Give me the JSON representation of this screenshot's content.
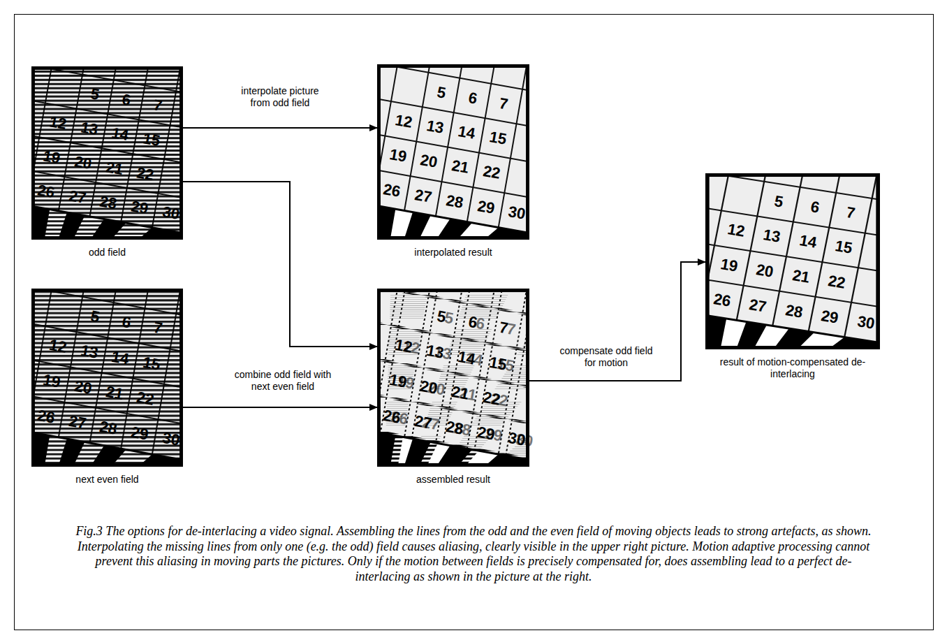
{
  "diagram": {
    "caption": "Fig.3 The options for de-interlacing a video signal. Assembling the lines from the odd and the even field of moving objects leads to strong artefacts, as shown. Interpolating the missing lines from only one (e.g. the odd) field causes aliasing, clearly visible in the upper right picture. Motion adaptive processing cannot prevent this aliasing in moving parts the pictures. Only if the motion between fields is precisely compensated for, does assembling lead to a perfect de-interlacing as shown in the picture at the right.",
    "nodes": [
      {
        "text": [
          "odd field"
        ]
      },
      {
        "text": [
          "next even field"
        ]
      },
      {
        "text": [
          "interpolated result"
        ]
      },
      {
        "text": [
          "assembled result"
        ]
      },
      {
        "text": [
          "result of motion-compensated de-interlacing"
        ]
      }
    ],
    "edges": [
      {
        "from": 0,
        "to": 2,
        "arrow": "to",
        "label": "interpolate picture from odd field"
      },
      {
        "from": 0,
        "to": 3,
        "arrow": "to"
      },
      {
        "from": 1,
        "to": 3,
        "arrow": "to",
        "label": "combine odd field with next even field"
      },
      {
        "from": 3,
        "to": 4,
        "arrow": "to",
        "label": "compensate odd field for motion"
      }
    ],
    "labels": [
      "5",
      "6",
      "7",
      "12",
      "13",
      "14",
      "15",
      "19",
      "20",
      "21",
      "22",
      "26",
      "27",
      "28",
      "29",
      "30",
      "5",
      "6",
      "7",
      "12",
      "13",
      "14",
      "15",
      "19",
      "20",
      "21",
      "22",
      "26",
      "27",
      "28",
      "29",
      "30",
      "5",
      "6",
      "7",
      "12",
      "13",
      "14",
      "15",
      "19",
      "20",
      "21",
      "22",
      "26",
      "27",
      "28",
      "29",
      "30",
      "5",
      "6",
      "7",
      "12",
      "13",
      "14",
      "15",
      "19",
      "20",
      "21",
      "22",
      "26",
      "27",
      "28",
      "29",
      "30",
      "5",
      "6",
      "7",
      "12",
      "13",
      "14",
      "15",
      "19",
      "20",
      "21",
      "22",
      "26",
      "27",
      "28",
      "29",
      "30"
    ]
  }
}
